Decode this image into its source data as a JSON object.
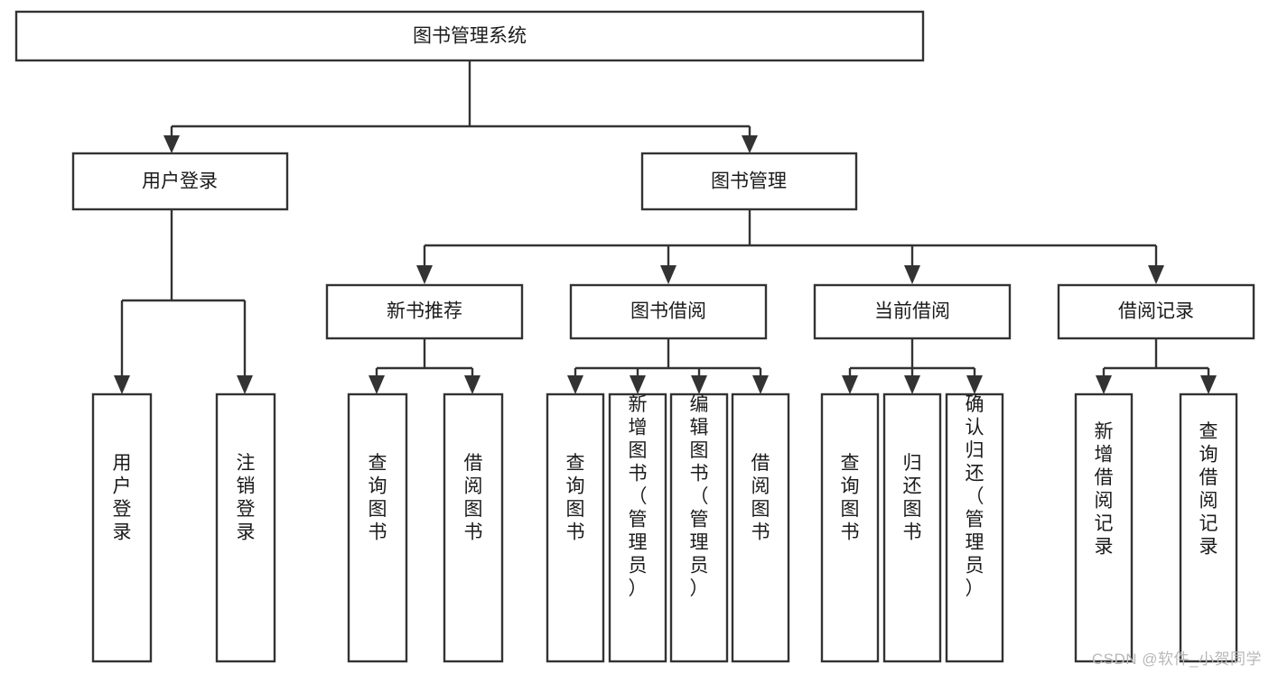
{
  "diagram": {
    "title": "图书管理系统",
    "type": "hierarchy-tree",
    "watermark": "CSDN @软件_小贺同学",
    "nodes": {
      "root": {
        "label": "图书管理系统",
        "level": 1,
        "orientation": "horizontal"
      },
      "l2": [
        {
          "id": "user-login",
          "label": "用户登录",
          "level": 2,
          "orientation": "horizontal"
        },
        {
          "id": "book-manage",
          "label": "图书管理",
          "level": 2,
          "orientation": "horizontal"
        }
      ],
      "l3": [
        {
          "id": "new-book-recommend",
          "label": "新书推荐",
          "level": 3,
          "orientation": "horizontal",
          "parent": "book-manage"
        },
        {
          "id": "book-borrow",
          "label": "图书借阅",
          "level": 3,
          "orientation": "horizontal",
          "parent": "book-manage"
        },
        {
          "id": "current-borrow",
          "label": "当前借阅",
          "level": 3,
          "orientation": "horizontal",
          "parent": "book-manage"
        },
        {
          "id": "borrow-record",
          "label": "借阅记录",
          "level": 3,
          "orientation": "horizontal",
          "parent": "book-manage"
        }
      ],
      "leaves": [
        {
          "id": "leaf-user-login",
          "label": "用户登录",
          "parent": "user-login",
          "orientation": "vertical"
        },
        {
          "id": "leaf-logout-login",
          "label": "注销登录",
          "parent": "user-login",
          "orientation": "vertical"
        },
        {
          "id": "leaf-query-book-1",
          "label": "查询图书",
          "parent": "new-book-recommend",
          "orientation": "vertical"
        },
        {
          "id": "leaf-borrow-book-1",
          "label": "借阅图书",
          "parent": "new-book-recommend",
          "orientation": "vertical"
        },
        {
          "id": "leaf-query-book-2",
          "label": "查询图书",
          "parent": "book-borrow",
          "orientation": "vertical"
        },
        {
          "id": "leaf-add-book",
          "label": "新增图书（管理员）",
          "parent": "book-borrow",
          "orientation": "vertical"
        },
        {
          "id": "leaf-edit-book",
          "label": "编辑图书（管理员）",
          "parent": "book-borrow",
          "orientation": "vertical"
        },
        {
          "id": "leaf-borrow-book-2",
          "label": "借阅图书",
          "parent": "book-borrow",
          "orientation": "vertical"
        },
        {
          "id": "leaf-query-book-3",
          "label": "查询图书",
          "parent": "current-borrow",
          "orientation": "vertical"
        },
        {
          "id": "leaf-return-book",
          "label": "归还图书",
          "parent": "current-borrow",
          "orientation": "vertical"
        },
        {
          "id": "leaf-confirm-return",
          "label": "确认归还（管理员）",
          "parent": "current-borrow",
          "orientation": "vertical"
        },
        {
          "id": "leaf-add-record",
          "label": "新增借阅记录",
          "parent": "borrow-record",
          "orientation": "vertical"
        },
        {
          "id": "leaf-query-record",
          "label": "查询借阅记录",
          "parent": "borrow-record",
          "orientation": "vertical"
        }
      ]
    },
    "colors": {
      "box_stroke": "#333333",
      "box_fill": "#ffffff",
      "text": "#1b1b1b",
      "connector": "#333333",
      "watermark": "#b8b8b8",
      "background": "#ffffff"
    }
  }
}
